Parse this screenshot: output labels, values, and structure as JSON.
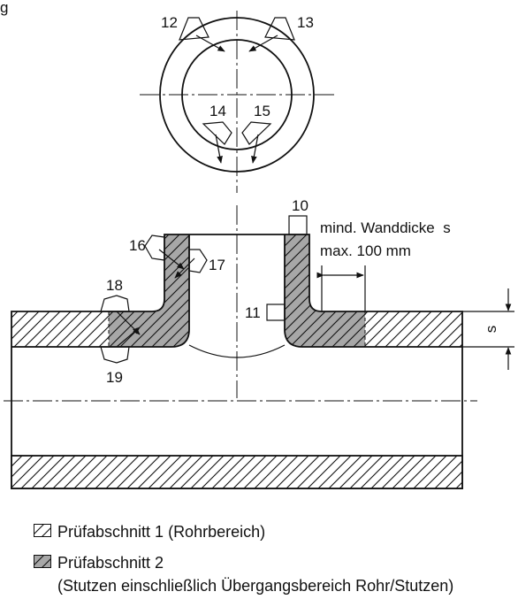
{
  "figure": {
    "corner_label": "g",
    "top_view_labels": {
      "n12": "12",
      "n13": "13",
      "n14": "14",
      "n15": "15"
    },
    "section_labels": {
      "n10": "10",
      "n11": "11",
      "n16": "16",
      "n17": "17",
      "n18": "18",
      "n19": "19",
      "wall_note_1": "mind. Wanddicke  s",
      "wall_note_2": "max. 100 mm",
      "dim_s": "s"
    }
  },
  "legend": {
    "item1": "Prüfabschnitt 1 (Rohrbereich)",
    "item2": "Prüfabschnitt 2",
    "item2_detail": "(Stutzen einschließlich Übergangsbereich Rohr/Stutzen)"
  },
  "colors": {
    "line": "#111111",
    "gray_fill": "#a7a7a7",
    "white": "#ffffff"
  }
}
